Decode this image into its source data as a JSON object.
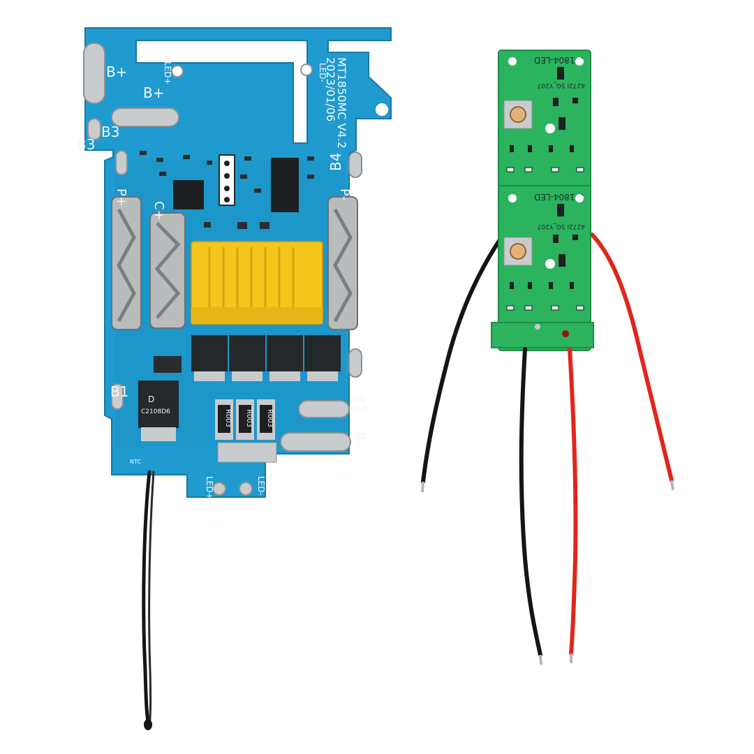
{
  "bms_board": {
    "model": "MT1850MC V4.2",
    "date": "2023/01/06",
    "labels": {
      "b_plus": "B+",
      "b_plus_2": "B+",
      "b3": "B3",
      "b3_2": "B3",
      "b4": "B4",
      "b1": "B1",
      "b2": "B2",
      "b_minus": "B-",
      "p_plus": "P+",
      "p_minus": "P-",
      "c_plus": "C+",
      "led_plus_top": "LED+",
      "led_minus_top": "LED-",
      "led_plus_bottom": "LED+",
      "led_minus_bottom": "LED-",
      "ntc": "NTC"
    },
    "resistors": [
      "R003",
      "R003",
      "R003"
    ],
    "regulator": [
      "D",
      "C2108D6"
    ],
    "colors": {
      "board": "#1f9bd0",
      "connector": "#f5c51b",
      "pads": "#c9ccce"
    }
  },
  "led_board": {
    "labels": [
      "B-1804-LED",
      "B-1804-LED"
    ],
    "ic_labels": [
      "4272I 5G_Y207",
      "4272I 5G_Y207"
    ],
    "colors": {
      "board": "#2bb35e"
    }
  },
  "wires": {
    "colors": {
      "black": "#151515",
      "red": "#e0261b"
    }
  }
}
